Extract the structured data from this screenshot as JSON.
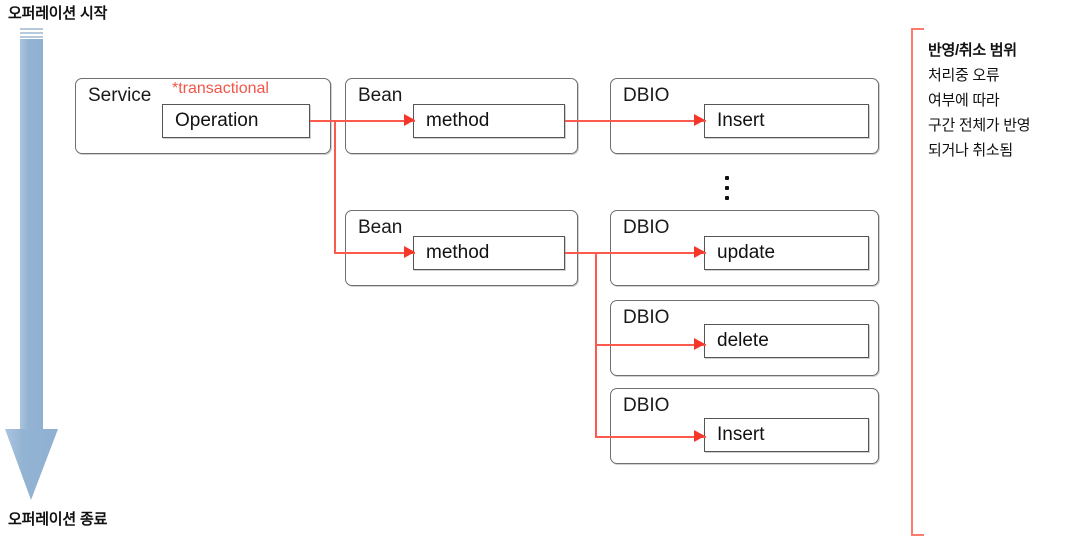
{
  "diagram": {
    "title_top": "오퍼레이션 시작",
    "title_bottom": "오퍼레이션 종료",
    "timeline_arrow": {
      "name": "operation-timeline-arrow",
      "color": "#93b3d3",
      "direction": "down"
    },
    "transactional_note": "*transactional",
    "ellipsis_symbol": "⋮",
    "accent_colors": {
      "red_connector": "#fb5a4c",
      "red_text": "#f2564a",
      "bracket": "#fb7c6e",
      "box_border": "#6f6f6f",
      "inner_box_border": "#555555",
      "arrow_blue": "#93b3d3"
    },
    "service": {
      "container_label": "Service",
      "inner_label": "Operation"
    },
    "rows": [
      {
        "bean": {
          "container_label": "Bean",
          "inner_label": "method"
        },
        "dbio": [
          {
            "container_label": "DBIO",
            "inner_label": "Insert"
          }
        ]
      },
      {
        "bean": {
          "container_label": "Bean",
          "inner_label": "method"
        },
        "dbio": [
          {
            "container_label": "DBIO",
            "inner_label": "update"
          },
          {
            "container_label": "DBIO",
            "inner_label": "delete"
          },
          {
            "container_label": "DBIO",
            "inner_label": "Insert"
          }
        ]
      }
    ],
    "annotation": {
      "lines": [
        "반영/취소 범위",
        "처리중 오류",
        "여부에 따라",
        "구간 전체가 반영",
        "되거나 취소됨"
      ]
    }
  }
}
